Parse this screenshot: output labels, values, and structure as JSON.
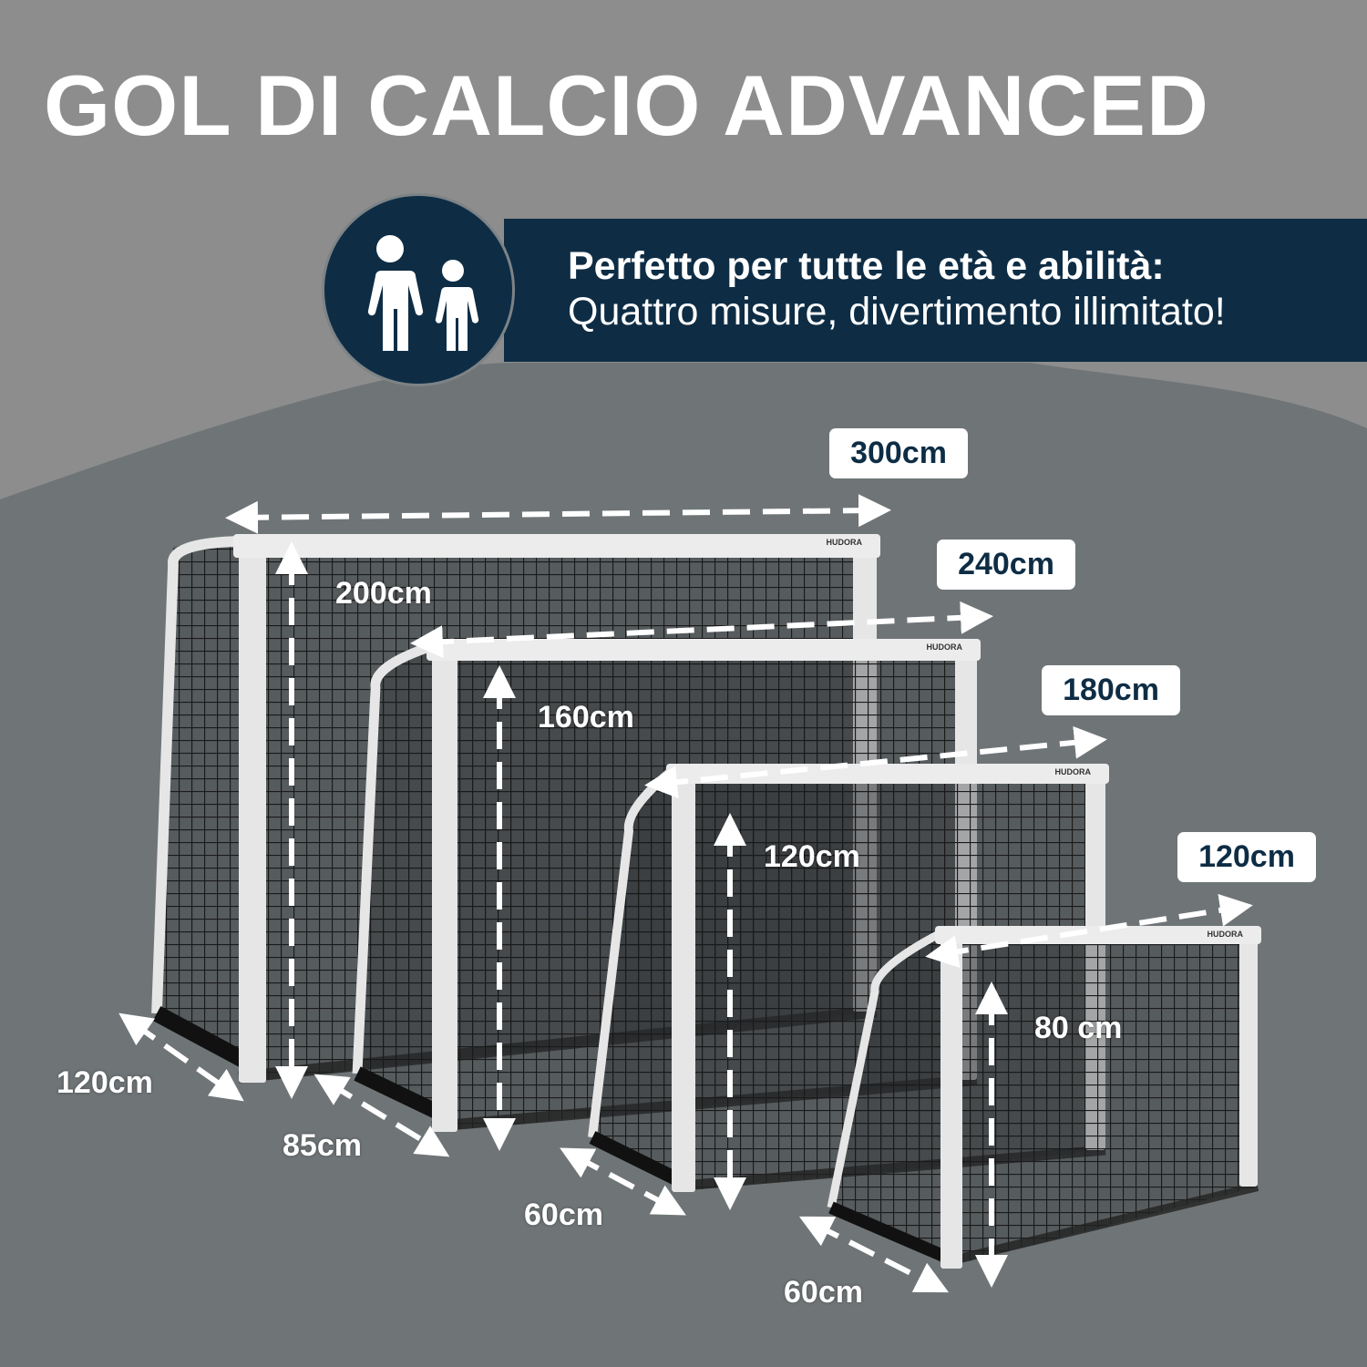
{
  "title": "GOL DI CALCIO ADVANCED",
  "banner": {
    "icon": "adult-and-child-icon",
    "headline": "Perfetto per tutte le età e abilità:",
    "subline": "Quattro misure, divertimento illimitato!"
  },
  "brand_logo": "HUDORA",
  "colors": {
    "navy": "#0e2d45",
    "background_top": "#8d8d8d",
    "background_bottom": "#6f7577",
    "frame": "#e6e6e6"
  },
  "goals": [
    {
      "width": "300cm",
      "height": "200cm",
      "depth": "120cm"
    },
    {
      "width": "240cm",
      "height": "160cm",
      "depth": "85cm"
    },
    {
      "width": "180cm",
      "height": "120cm",
      "depth": "60cm"
    },
    {
      "width": "120cm",
      "height": "80 cm",
      "depth": "60cm"
    }
  ]
}
